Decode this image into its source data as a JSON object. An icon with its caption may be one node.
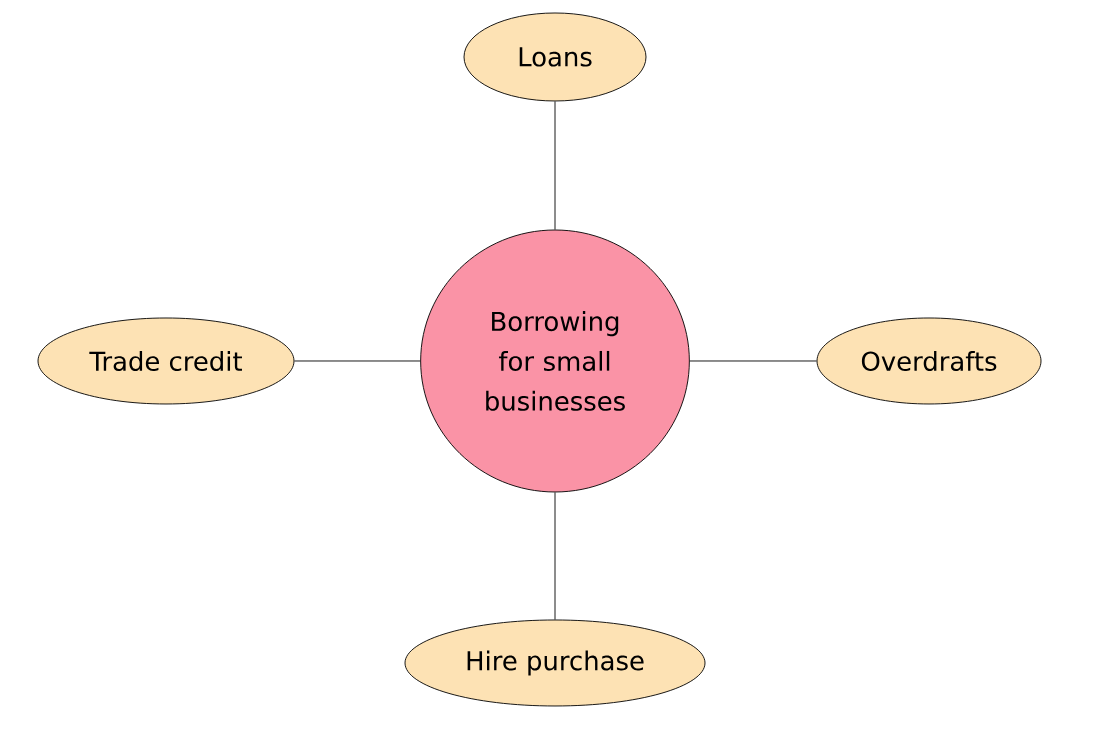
{
  "diagram": {
    "nodes": [
      {
        "text": [
          "Loans"
        ]
      },
      {
        "text": [
          "Trade credit"
        ]
      },
      {
        "text": [
          "Borrowing for small businesses"
        ]
      },
      {
        "text": [
          "Overdrafts"
        ]
      },
      {
        "text": [
          "Hire purchase"
        ]
      }
    ],
    "edges": [
      {
        "from": 2,
        "to": 0,
        "arrow": "none"
      },
      {
        "from": 2,
        "to": 1,
        "arrow": "none"
      },
      {
        "from": 2,
        "to": 3,
        "arrow": "none"
      },
      {
        "from": 2,
        "to": 4,
        "arrow": "none"
      }
    ]
  }
}
